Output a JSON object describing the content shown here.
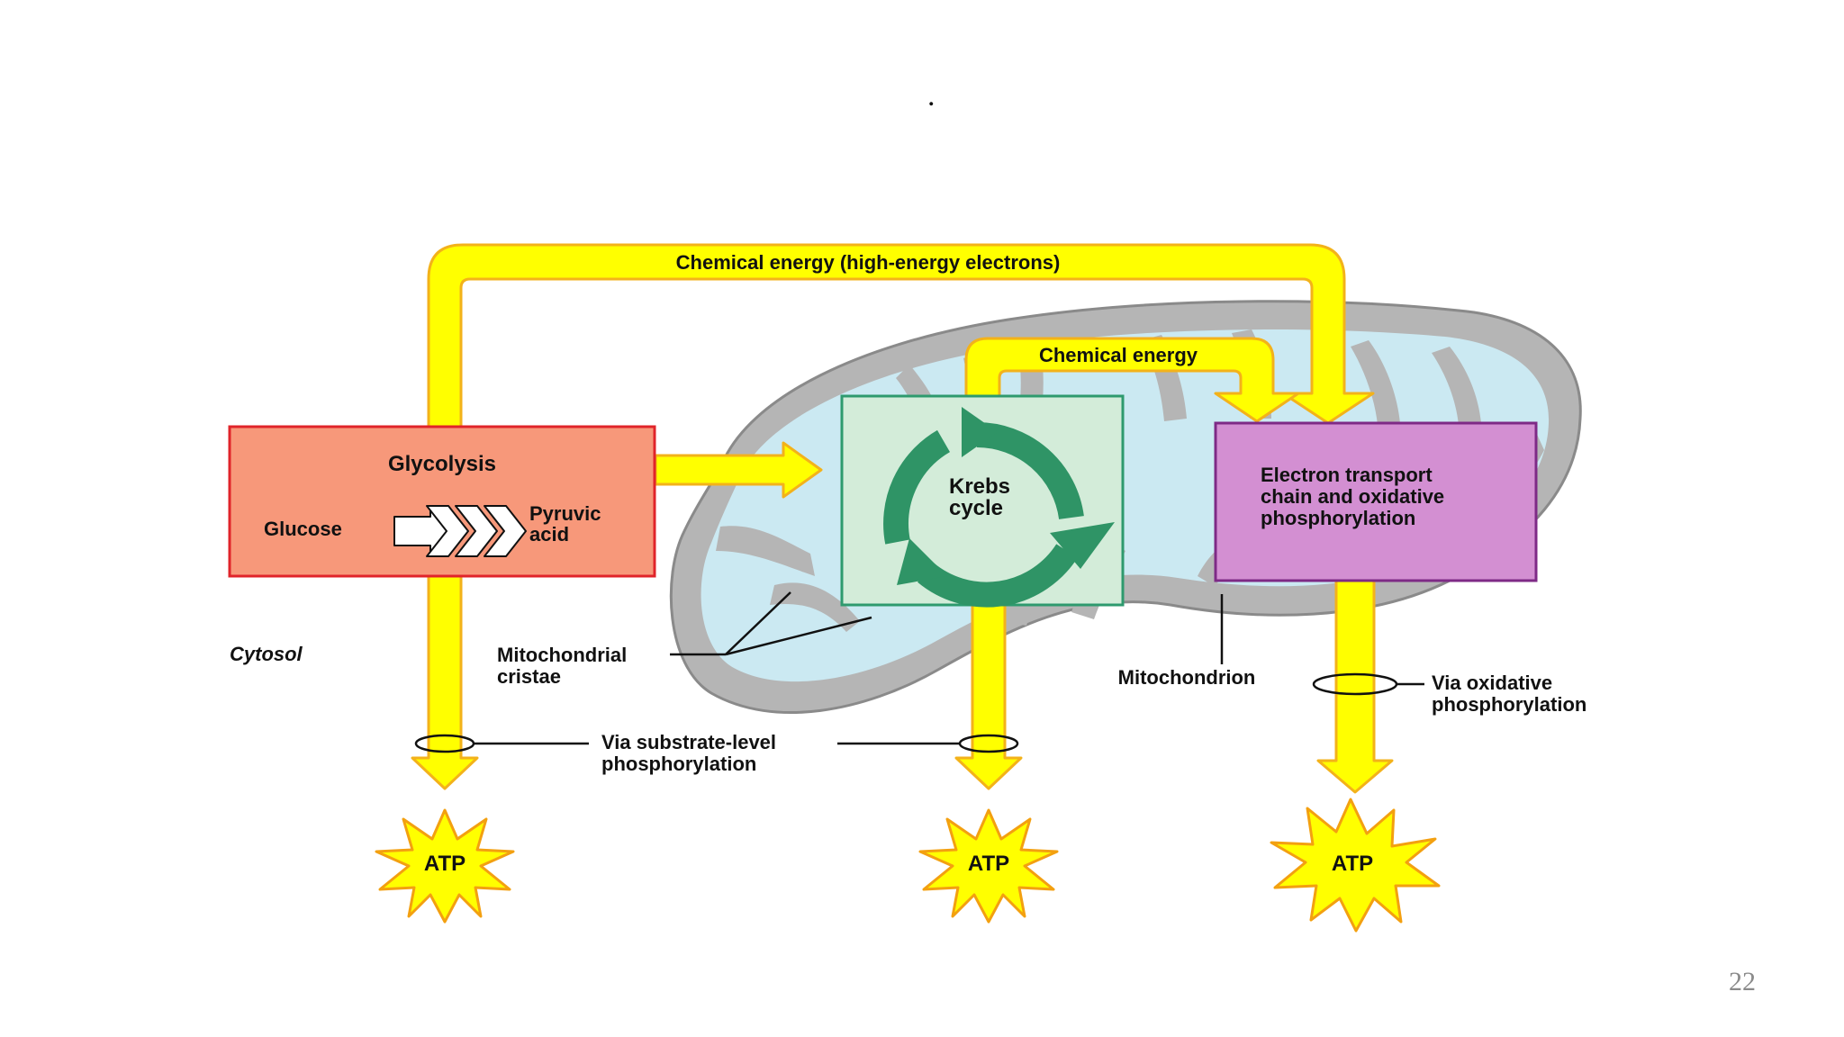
{
  "slide": {
    "title": ".",
    "page_number": "22"
  },
  "diagram": {
    "arrow_top_label": "Chemical energy (high-energy electrons)",
    "arrow_mid_label": "Chemical energy",
    "glycolysis": {
      "title": "Glycolysis",
      "input": "Glucose",
      "output_line1": "Pyruvic",
      "output_line2": "acid"
    },
    "krebs": {
      "line1": "Krebs",
      "line2": "cycle"
    },
    "etc": {
      "line1": "Electron transport",
      "line2": "chain and oxidative",
      "line3": "phosphorylation"
    },
    "cytosol": "Cytosol",
    "cristae_line1": "Mitochondrial",
    "cristae_line2": "cristae",
    "mitochondrion": "Mitochondrion",
    "substrate_line1": "Via substrate-level",
    "substrate_line2": "phosphorylation",
    "oxidative_line1": "Via oxidative",
    "oxidative_line2": "phosphorylation",
    "atp1": "ATP",
    "atp2": "ATP",
    "atp3": "ATP"
  },
  "colors": {
    "arrow_fill": "#ffff00",
    "arrow_stroke": "#f3b21a",
    "glycolysis_fill": "#f7987a",
    "glycolysis_stroke": "#e0242a",
    "krebs_fill": "#d3ecd9",
    "krebs_stroke": "#2e9a6e",
    "krebs_cycle": "#2f9466",
    "etc_fill": "#d38fd2",
    "etc_stroke": "#7e2a86",
    "mito_outer": "#b9b9b9",
    "mito_inner": "#cdeaf2"
  }
}
